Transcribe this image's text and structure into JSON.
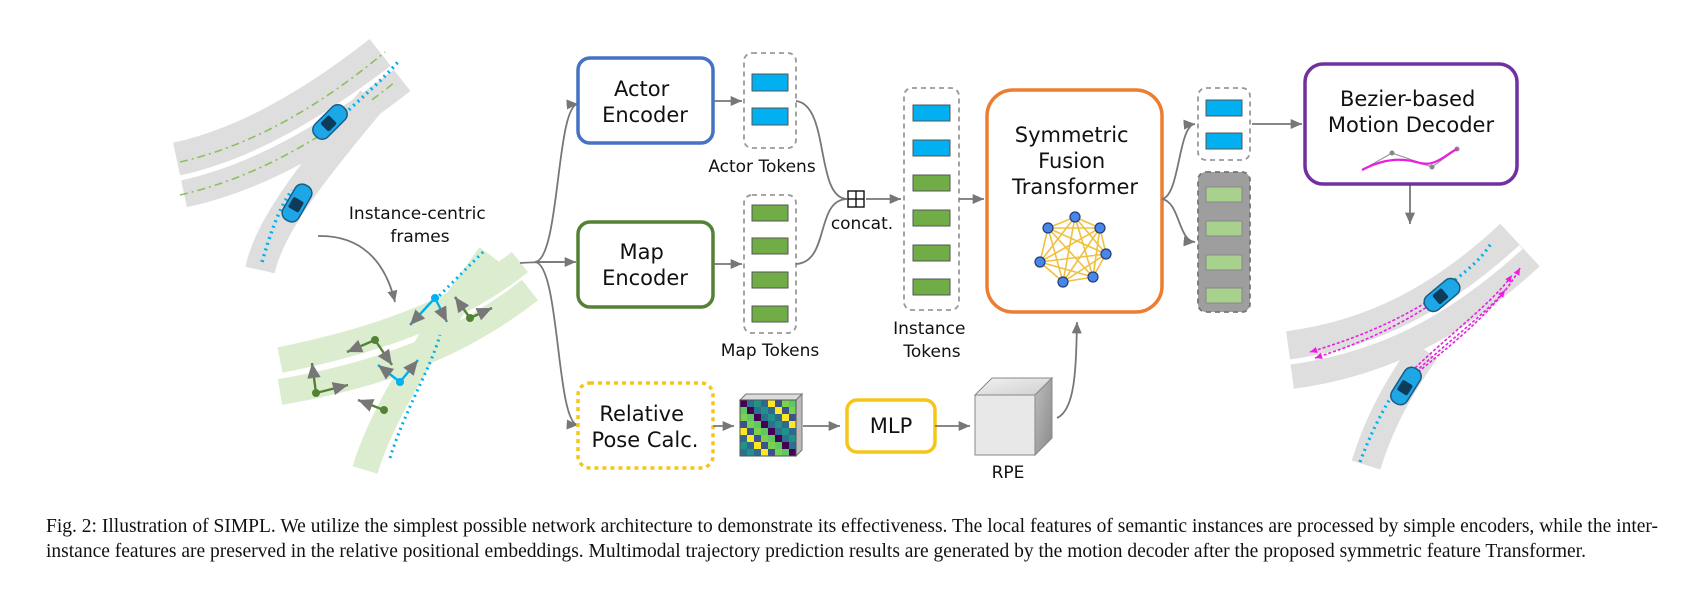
{
  "figure": {
    "left_scene_label": [
      "Instance-centric",
      "frames"
    ],
    "actor_encoder": [
      "Actor",
      "Encoder"
    ],
    "map_encoder": [
      "Map",
      "Encoder"
    ],
    "relative_pose": [
      "Relative",
      "Pose Calc."
    ],
    "actor_tokens": "Actor Tokens",
    "map_tokens": "Map Tokens",
    "concat": "concat.",
    "instance_tokens": [
      "Instance",
      "Tokens"
    ],
    "mlp": "MLP",
    "rpe": "RPE",
    "fusion": [
      "Symmetric",
      "Fusion",
      "Transformer"
    ],
    "decoder": [
      "Bezier-based",
      "Motion Decoder"
    ]
  },
  "colors": {
    "actor_blue": "#00b0f0",
    "map_green": "#70ad47",
    "actor_box": "#4472c4",
    "map_box": "#548235",
    "pose_box": "#f5c518",
    "fusion_box": "#ed7d31",
    "decoder_box": "#7030a0",
    "trajectory": "#e91ee0"
  },
  "caption": "Fig. 2: Illustration of SIMPL. We utilize the simplest possible network architecture to demonstrate its effectiveness. The local features of semantic instances are processed by simple encoders, while the inter-instance features are preserved in the relative positional embeddings. Multimodal trajectory prediction results are generated by the motion decoder after the proposed symmetric feature Transformer."
}
